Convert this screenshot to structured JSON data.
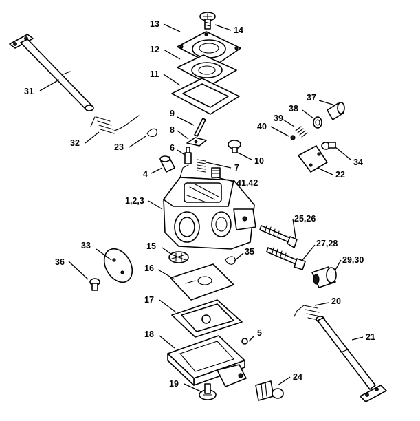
{
  "diagram": {
    "callouts": [
      {
        "id": "c13",
        "text": "13"
      },
      {
        "id": "c14",
        "text": "14"
      },
      {
        "id": "c12",
        "text": "12"
      },
      {
        "id": "c11",
        "text": "11"
      },
      {
        "id": "c9",
        "text": "9"
      },
      {
        "id": "c8",
        "text": "8"
      },
      {
        "id": "c6",
        "text": "6"
      },
      {
        "id": "c7",
        "text": "7"
      },
      {
        "id": "c10",
        "text": "10"
      },
      {
        "id": "c4",
        "text": "4"
      },
      {
        "id": "c4142",
        "text": "41,42"
      },
      {
        "id": "c123",
        "text": "1,2,3"
      },
      {
        "id": "c31",
        "text": "31"
      },
      {
        "id": "c32",
        "text": "32"
      },
      {
        "id": "c23",
        "text": "23"
      },
      {
        "id": "c37",
        "text": "37"
      },
      {
        "id": "c38",
        "text": "38"
      },
      {
        "id": "c39",
        "text": "39"
      },
      {
        "id": "c40",
        "text": "40"
      },
      {
        "id": "c34",
        "text": "34"
      },
      {
        "id": "c22",
        "text": "22"
      },
      {
        "id": "c2526",
        "text": "25,26"
      },
      {
        "id": "c2728",
        "text": "27,28"
      },
      {
        "id": "c2930",
        "text": "29,30"
      },
      {
        "id": "c15",
        "text": "15"
      },
      {
        "id": "c35",
        "text": "35"
      },
      {
        "id": "c33",
        "text": "33"
      },
      {
        "id": "c36",
        "text": "36"
      },
      {
        "id": "c16",
        "text": "16"
      },
      {
        "id": "c17",
        "text": "17"
      },
      {
        "id": "c18",
        "text": "18"
      },
      {
        "id": "c5",
        "text": "5"
      },
      {
        "id": "c20",
        "text": "20"
      },
      {
        "id": "c21",
        "text": "21"
      },
      {
        "id": "c24",
        "text": "24"
      },
      {
        "id": "c19",
        "text": "19"
      }
    ]
  }
}
